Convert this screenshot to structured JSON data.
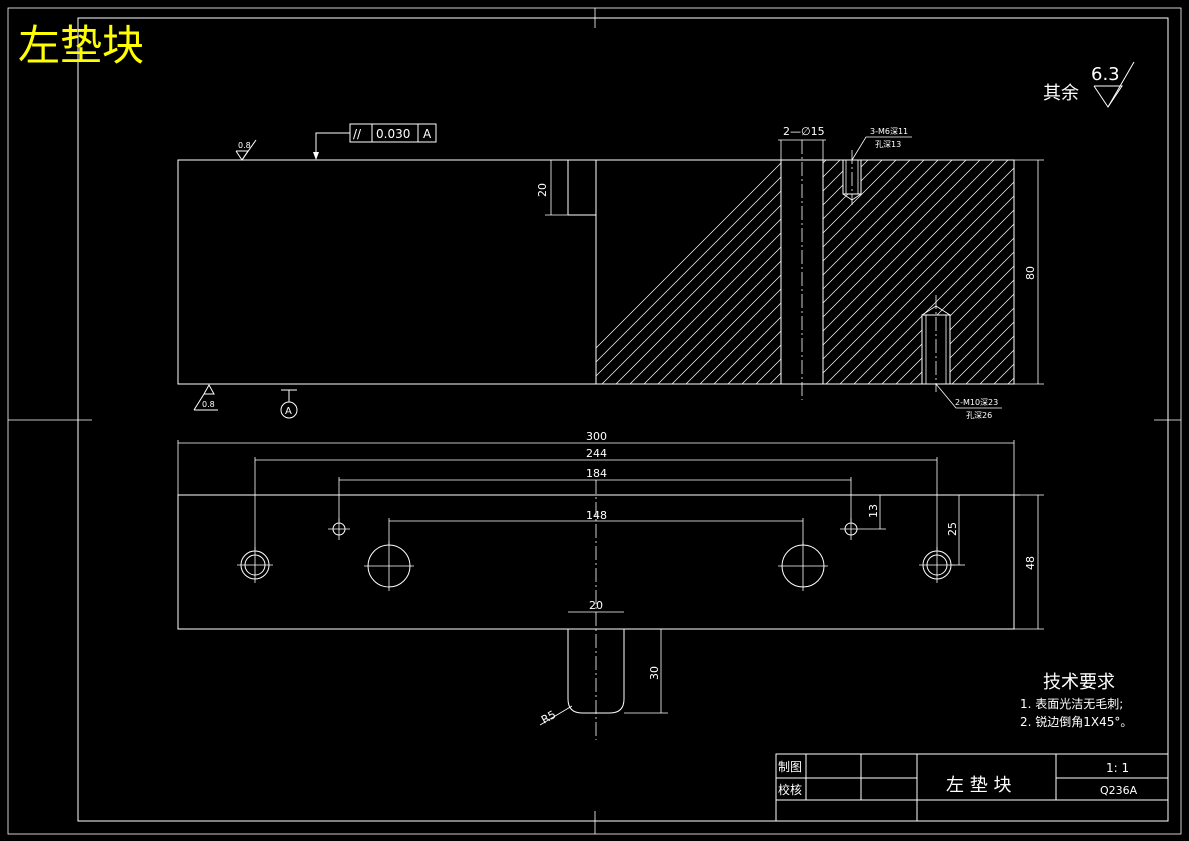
{
  "colors": {
    "background": "#000000",
    "lines": "#ffffff",
    "title": "#ffff00"
  },
  "drawing_title": "左垫块",
  "roughness_general": {
    "label": "其余",
    "value": "6.3"
  },
  "top_view": {
    "roughness_top": "0.8",
    "roughness_bottom": "0.8",
    "tolerance": {
      "symbol": "//",
      "value": "0.030",
      "datum": "A"
    },
    "datum_label": "A",
    "dims": {
      "holes_2": "2—∅15",
      "height_step": "20",
      "total_height": "80"
    },
    "callout_m6": {
      "line1": "3-M6深11",
      "line2": "孔深13"
    },
    "callout_m10": {
      "line1": "2-M10深23",
      "line2": "孔深26"
    }
  },
  "bottom_view": {
    "dims": {
      "overall": "300",
      "d244": "244",
      "d184": "184",
      "d148": "148",
      "d13": "13",
      "d25": "25",
      "width": "48",
      "slot_width": "20",
      "slot_depth": "30",
      "radius": "R5"
    }
  },
  "tech_requirements": {
    "heading": "技术要求",
    "items": [
      "1. 表面光洁无毛刺;",
      "2. 锐边倒角1X45°。"
    ]
  },
  "title_block": {
    "drawn_label": "制图",
    "checked_label": "校核",
    "part_name": "左 垫 块",
    "scale": "1: 1",
    "material": "Q236A"
  }
}
